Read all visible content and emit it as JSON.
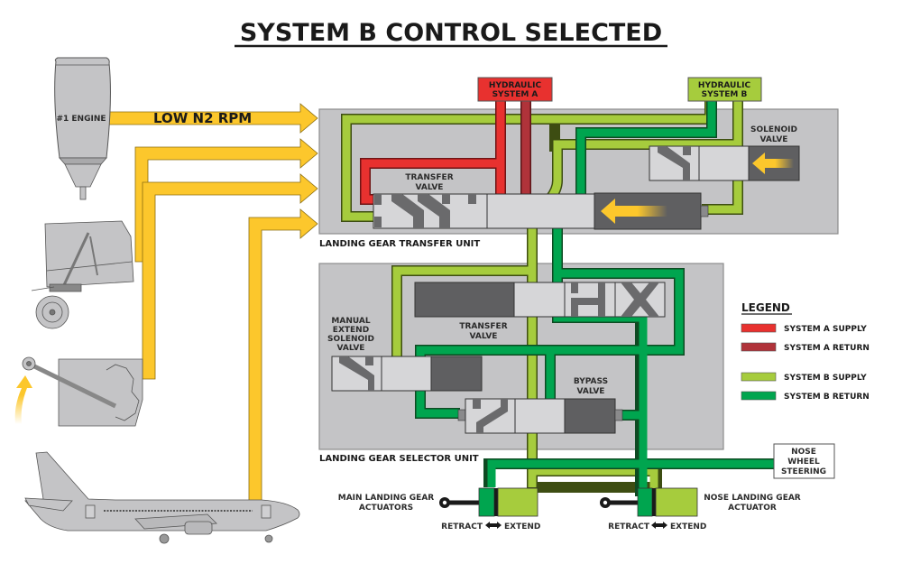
{
  "title": "SYSTEM B CONTROL SELECTED",
  "colors": {
    "system_a_supply": "#e8312f",
    "system_a_return": "#b0333a",
    "system_b_supply": "#a6cc3d",
    "system_b_return": "#00a54f",
    "signal_arrow": "#fcc72c",
    "unit_background": "#c4c4c6",
    "valve_light": "#d6d6d8",
    "valve_dark": "#5f5f61"
  },
  "inputs": {
    "engine_label": "#1 ENGINE",
    "engine_signal": "LOW N2 RPM"
  },
  "sources": {
    "system_a": [
      "HYDRAULIC",
      "SYSTEM A"
    ],
    "system_b": [
      "HYDRAULIC",
      "SYSTEM B"
    ]
  },
  "transfer_unit": {
    "name": "LANDING GEAR TRANSFER UNIT",
    "transfer_valve": [
      "TRANSFER",
      "VALVE"
    ],
    "solenoid_valve": [
      "SOLENOID",
      "VALVE"
    ]
  },
  "selector_unit": {
    "name": "LANDING GEAR SELECTOR UNIT",
    "manual_extend_valve": [
      "MANUAL",
      "EXTEND",
      "SOLENOID",
      "VALVE"
    ],
    "transfer_valve": [
      "TRANSFER",
      "VALVE"
    ],
    "bypass_valve": [
      "BYPASS",
      "VALVE"
    ]
  },
  "nose_wheel_steering": [
    "NOSE",
    "WHEEL",
    "STEERING"
  ],
  "actuators": {
    "main": {
      "label": [
        "MAIN LANDING GEAR",
        "ACTUATORS"
      ],
      "retract": "RETRACT",
      "extend": "EXTEND"
    },
    "nose": {
      "label": [
        "NOSE LANDING GEAR",
        "ACTUATOR"
      ],
      "retract": "RETRACT",
      "extend": "EXTEND"
    }
  },
  "legend": {
    "title": "LEGEND",
    "items": [
      {
        "label": "SYSTEM A SUPPLY",
        "color": "#e8312f"
      },
      {
        "label": "SYSTEM A RETURN",
        "color": "#b0333a"
      },
      {
        "label": "SYSTEM B SUPPLY",
        "color": "#a6cc3d"
      },
      {
        "label": "SYSTEM B RETURN",
        "color": "#00a54f"
      }
    ]
  }
}
